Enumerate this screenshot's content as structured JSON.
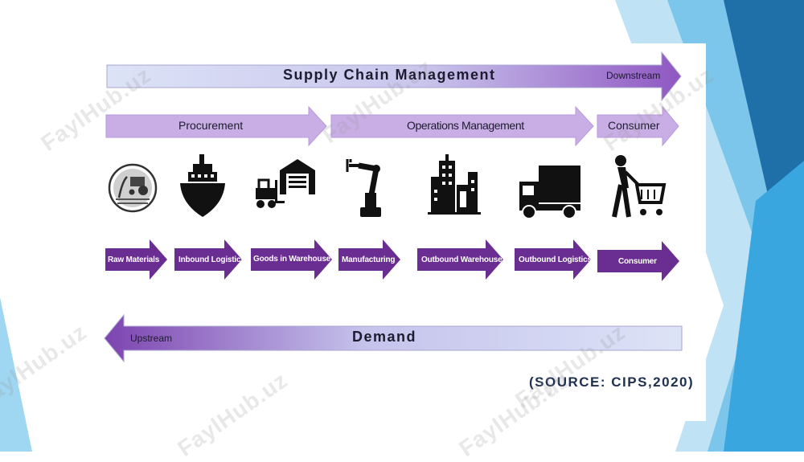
{
  "header": {
    "title": "Supply Chain Management",
    "direction": "Downstream"
  },
  "phases": [
    "Procurement",
    "Operations Management",
    "Consumer"
  ],
  "stages": [
    "Raw Materials",
    "Inbound Logistics",
    "Goods in Warehouse",
    "Manufacturing",
    "Outbound Warehouse",
    "Outbound Logistics",
    "Consumer"
  ],
  "icons": [
    "farm-icon",
    "cargo-ship-icon",
    "warehouse-forklift-icon",
    "robot-arm-icon",
    "city-buildings-icon",
    "delivery-truck-icon",
    "shopper-cart-icon"
  ],
  "footer": {
    "title": "Demand",
    "direction": "Upstream"
  },
  "source": "(SOURCE: CIPS,2020)",
  "watermark": "FaylHub.uz",
  "colors": {
    "accent": "#6a2d91",
    "banner_light": "#dde3f7",
    "banner_purple": "#8f57c2",
    "phase_arrow": "#c9aee6",
    "background_blue": "#2a9fd8"
  }
}
